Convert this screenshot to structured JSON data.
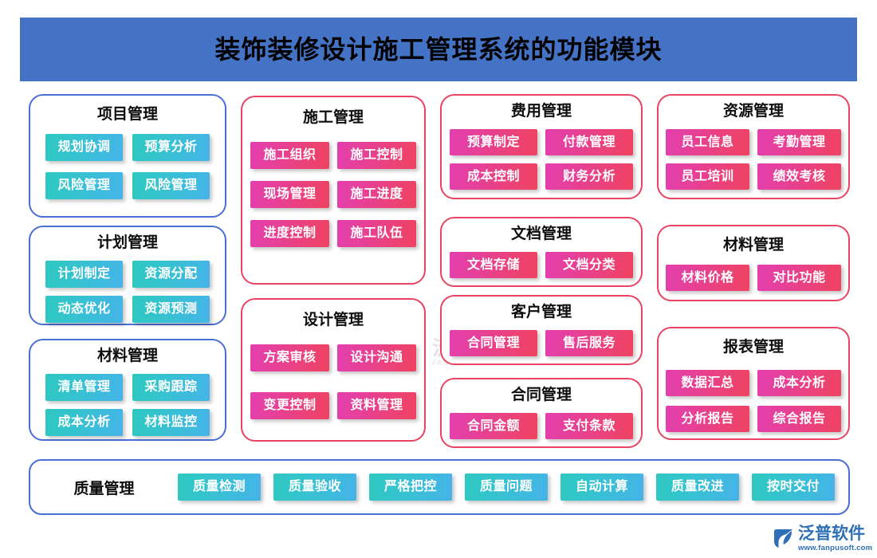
{
  "header": {
    "title": "装饰装修设计施工管理系统的功能模块",
    "background": "#4472c4",
    "text_color": "#000000"
  },
  "theme": {
    "blue_border": "#4a6fd4",
    "pink_border": "#ea4363",
    "teal_chip_start": "#2ec8c0",
    "teal_chip_end": "#45b4e8",
    "magenta_chip_start": "#e33fae",
    "magenta_chip_end": "#ef4360"
  },
  "watermark": {
    "cn": "泛普软件",
    "en": "FANPU SOFTWARE"
  },
  "cards": [
    {
      "id": "project-management",
      "title": "项目管理",
      "accent": "blue",
      "chip_style": "teal",
      "chips": [
        "规划协调",
        "预算分析",
        "风险管理",
        "风险管理"
      ]
    },
    {
      "id": "plan-management",
      "title": "计划管理",
      "accent": "blue",
      "chip_style": "teal",
      "chips": [
        "计划制定",
        "资源分配",
        "动态优化",
        "资源预测"
      ]
    },
    {
      "id": "material-management-left",
      "title": "材料管理",
      "accent": "blue",
      "chip_style": "teal",
      "chips": [
        "清单管理",
        "采购跟踪",
        "成本分析",
        "材料监控"
      ]
    },
    {
      "id": "construction-management",
      "title": "施工管理",
      "accent": "pink",
      "chip_style": "magenta",
      "chips": [
        "施工组织",
        "施工控制",
        "现场管理",
        "施工进度",
        "进度控制",
        "施工队伍"
      ]
    },
    {
      "id": "design-management",
      "title": "设计管理",
      "accent": "pink",
      "chip_style": "magenta",
      "chips": [
        "方案审核",
        "设计沟通",
        "变更控制",
        "资料管理"
      ]
    },
    {
      "id": "cost-management",
      "title": "费用管理",
      "accent": "pink",
      "chip_style": "magenta",
      "chips": [
        "预算制定",
        "付款管理",
        "成本控制",
        "财务分析"
      ]
    },
    {
      "id": "document-management",
      "title": "文档管理",
      "accent": "pink",
      "chip_style": "magenta",
      "chips": [
        "文档存储",
        "文档分类"
      ]
    },
    {
      "id": "customer-management",
      "title": "客户管理",
      "accent": "pink",
      "chip_style": "magenta",
      "chips": [
        "合同管理",
        "售后服务"
      ]
    },
    {
      "id": "contract-management",
      "title": "合同管理",
      "accent": "pink",
      "chip_style": "magenta",
      "chips": [
        "合同金额",
        "支付条款"
      ]
    },
    {
      "id": "resource-management",
      "title": "资源管理",
      "accent": "pink",
      "chip_style": "magenta",
      "chips": [
        "员工信息",
        "考勤管理",
        "员工培训",
        "绩效考核"
      ]
    },
    {
      "id": "material-management-right",
      "title": "材料管理",
      "accent": "pink",
      "chip_style": "magenta",
      "chips": [
        "材料价格",
        "对比功能"
      ]
    },
    {
      "id": "report-management",
      "title": "报表管理",
      "accent": "pink",
      "chip_style": "magenta",
      "chips": [
        "数据汇总",
        "成本分析",
        "分析报告",
        "综合报告"
      ]
    }
  ],
  "quality_bar": {
    "title": "质量管理",
    "accent": "blue",
    "chip_style": "teal",
    "chips": [
      "质量检测",
      "质量验收",
      "严格把控",
      "质量问题",
      "自动计算",
      "质量改进",
      "按时交付"
    ]
  },
  "logo": {
    "cn": "泛普软件",
    "en": "www.fanpusoft.com",
    "color": "#2f6fb5"
  }
}
